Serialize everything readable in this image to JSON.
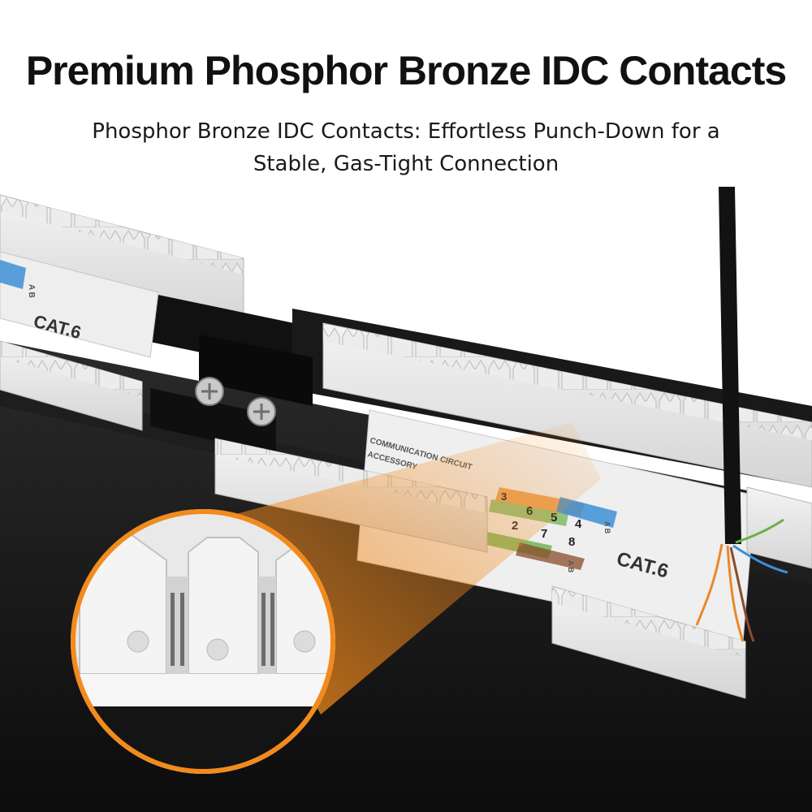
{
  "headline": "Premium Phosphor Bronze IDC Contacts",
  "subtitle": {
    "line1": "Phosphor Bronze IDC Contacts: Effortless Punch-Down for a",
    "line2": "Stable, Gas-Tight Connection"
  },
  "panel": {
    "left_label": "CAT.6",
    "right_label": "CAT.6",
    "module_text_1": "COMMUNICATION CIRCUIT",
    "module_text_2": "ACCESSORY",
    "pin_row_top": [
      "6",
      "5",
      "4"
    ],
    "pin_row_bottom": [
      "2",
      "7",
      "8"
    ],
    "pin_side": "3",
    "ab_top": "A B",
    "ab_bottom": "A B"
  },
  "colors": {
    "accent_orange": "#f28a1c",
    "panel_black": "#161616",
    "idc_white": "#e7e7e7",
    "wire_orange": "#e8892b",
    "wire_green": "#6ab04c",
    "wire_blue": "#3d8fd6",
    "wire_brown": "#8a4b2a"
  },
  "icons": [
    "screw-icon",
    "magnifier-callout"
  ]
}
